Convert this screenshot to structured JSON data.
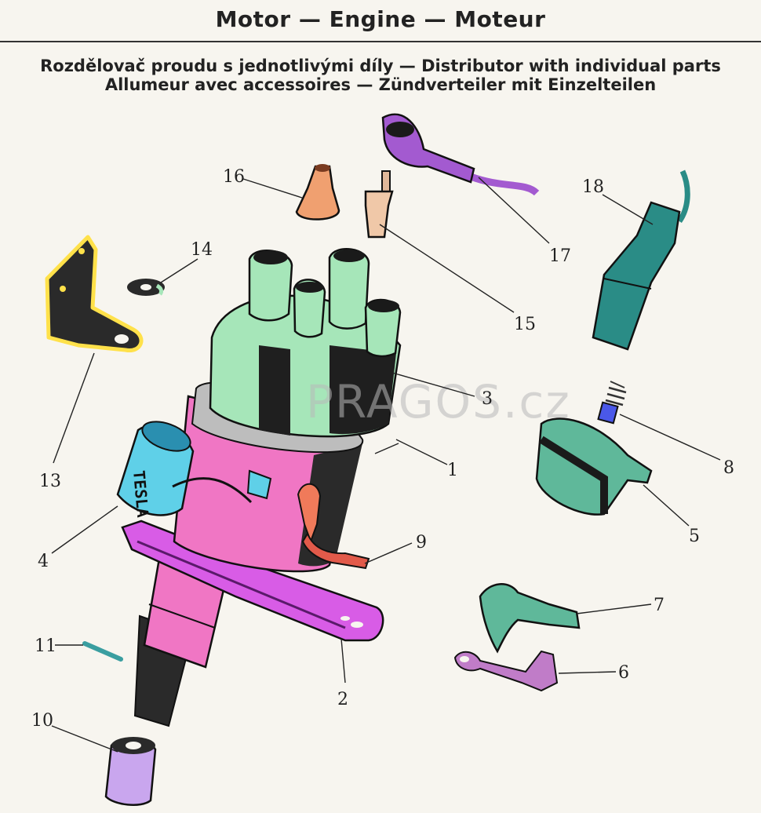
{
  "header": {
    "title": "Motor — Engine — Moteur"
  },
  "subtitle": {
    "line1": "Rozdělovač proudu s jednotlivými díly — Distributor with individual parts",
    "line2": "Allumeur avec accessoires — Zündverteiler mit Einzelteilen"
  },
  "watermark": "PRAGOS.cz",
  "condenser_text": "TESLA",
  "part_numbers": {
    "p1": "1",
    "p2": "2",
    "p3": "3",
    "p4": "4",
    "p5": "5",
    "p6": "6",
    "p7": "7",
    "p8": "8",
    "p9": "9",
    "p10": "10",
    "p11": "11",
    "p12": "13",
    "p14": "14",
    "p15": "15",
    "p16": "16",
    "p17": "17",
    "p18": "18"
  },
  "colors": {
    "cap": "#a6e6b9",
    "body": "#f076c4",
    "plate": "#d85ce6",
    "condenser": "#5fd0e8",
    "bracket_outline": "#ffe14a",
    "lead_purple": "#a35ad0",
    "boot_teal": "#2a8c86",
    "rotor": "#5fb89a",
    "terminal_orange": "#f0a070",
    "coupling": "#c9a6ee"
  }
}
